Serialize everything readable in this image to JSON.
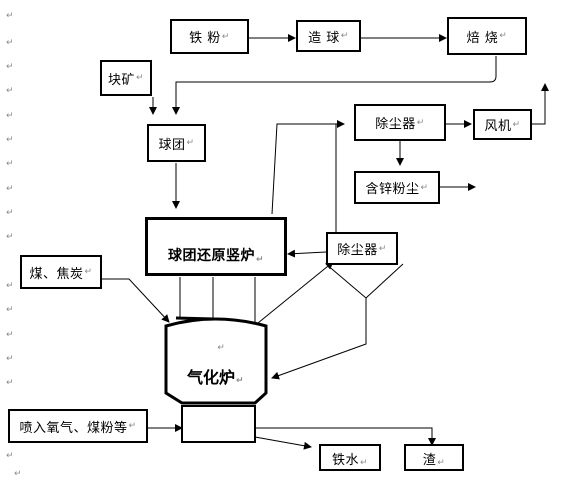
{
  "diagram": {
    "nodes": {
      "iron_powder": "铁  粉",
      "pelletizing": "造  球",
      "roasting": "焙  烧",
      "lump_ore": "块矿",
      "pellets": "球团",
      "shaft_furnace": "球团还原竖炉",
      "coal_coke": "煤、焦炭",
      "gasifier": "气化炉",
      "dust_collector_1": "除尘器",
      "dust_collector_2": "除尘器",
      "fan": "风机",
      "zinc_dust": "含锌粉尘",
      "injection": "喷入氧气、煤粉等",
      "hot_metal": "铁水",
      "slag": "渣"
    },
    "paragraph_mark": "↵"
  }
}
